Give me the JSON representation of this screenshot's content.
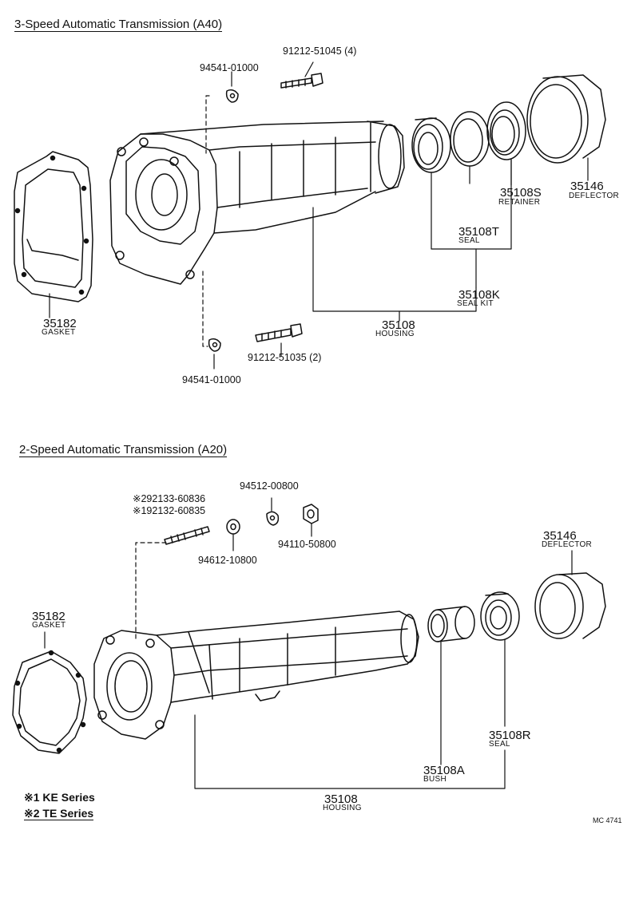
{
  "sections": {
    "a40": {
      "title": "3-Speed Automatic Transmission (A40)",
      "bolt_top": "91212-51045 (4)",
      "washer_top": "94541-01000",
      "bolt_bottom": "91212-51035 (2)",
      "washer_bottom": "94541-01000",
      "gasket_num": "35182",
      "gasket_name": "GASKET",
      "housing_num": "35108",
      "housing_name": "HOUSING",
      "retainer_num": "35108S",
      "retainer_name": "RETAINER",
      "seal_num": "35108T",
      "seal_name": "SEAL",
      "sealkit_num": "35108K",
      "sealkit_name": "SEAL KIT",
      "deflector_num": "35146",
      "deflector_name": "DEFLECTOR"
    },
    "a20": {
      "title": "2-Speed Automatic Transmission (A20)",
      "stud_1": "※292133-60836",
      "stud_2": "※192132-60835",
      "lockwasher": "94512-00800",
      "washer": "94612-10800",
      "nut": "94110-50800",
      "gasket_num": "35182",
      "gasket_name": "GASKET",
      "deflector_num": "35146",
      "deflector_name": "DEFLECTOR",
      "seal_num": "35108R",
      "seal_name": "SEAL",
      "bush_num": "35108A",
      "bush_name": "BUSH",
      "housing_num": "35108",
      "housing_name": "HOUSING"
    }
  },
  "notes": {
    "note1": "※1 KE Series",
    "note2": "※2 TE Series"
  },
  "figure_code": "MC 4741"
}
